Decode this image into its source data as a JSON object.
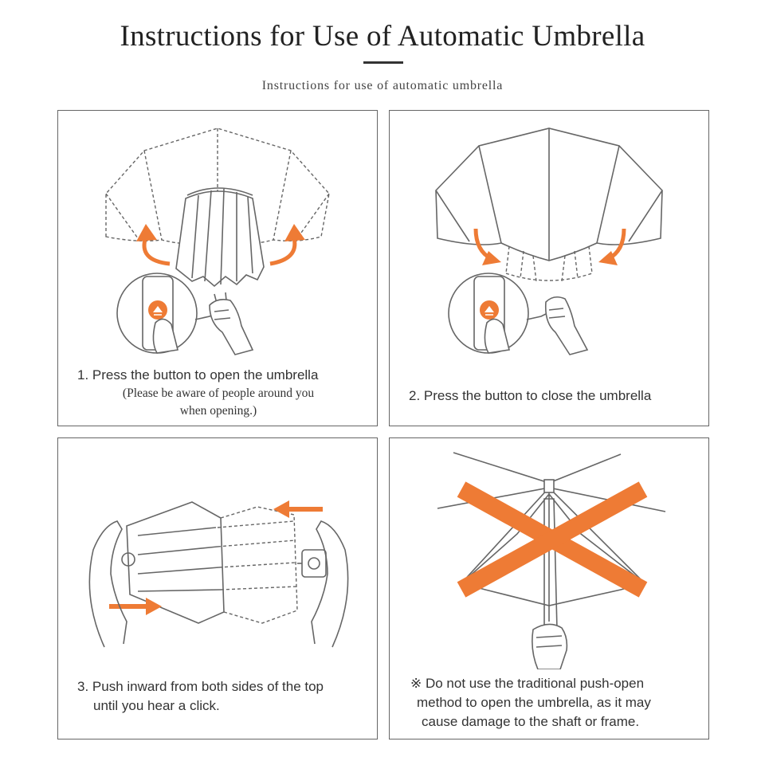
{
  "page": {
    "title": "Instructions for Use of Automatic Umbrella",
    "subtitle": "Instructions for use of automatic umbrella"
  },
  "colors": {
    "accent": "#ee7b35",
    "line": "#666666",
    "text": "#333333"
  },
  "steps": [
    {
      "caption": "1. Press the button to open the umbrella",
      "note_line1": "(Please be aware of people around you",
      "note_line2": "when opening.)"
    },
    {
      "caption": "2. Press the button to close the umbrella"
    },
    {
      "caption_line1": "3. Push inward from both sides of the top",
      "caption_line2": "until you hear a click."
    },
    {
      "caption_line1": "※ Do not use the traditional push-open",
      "caption_line2": "method to open the umbrella, as it may",
      "caption_line3": "cause damage to the shaft or frame."
    }
  ]
}
